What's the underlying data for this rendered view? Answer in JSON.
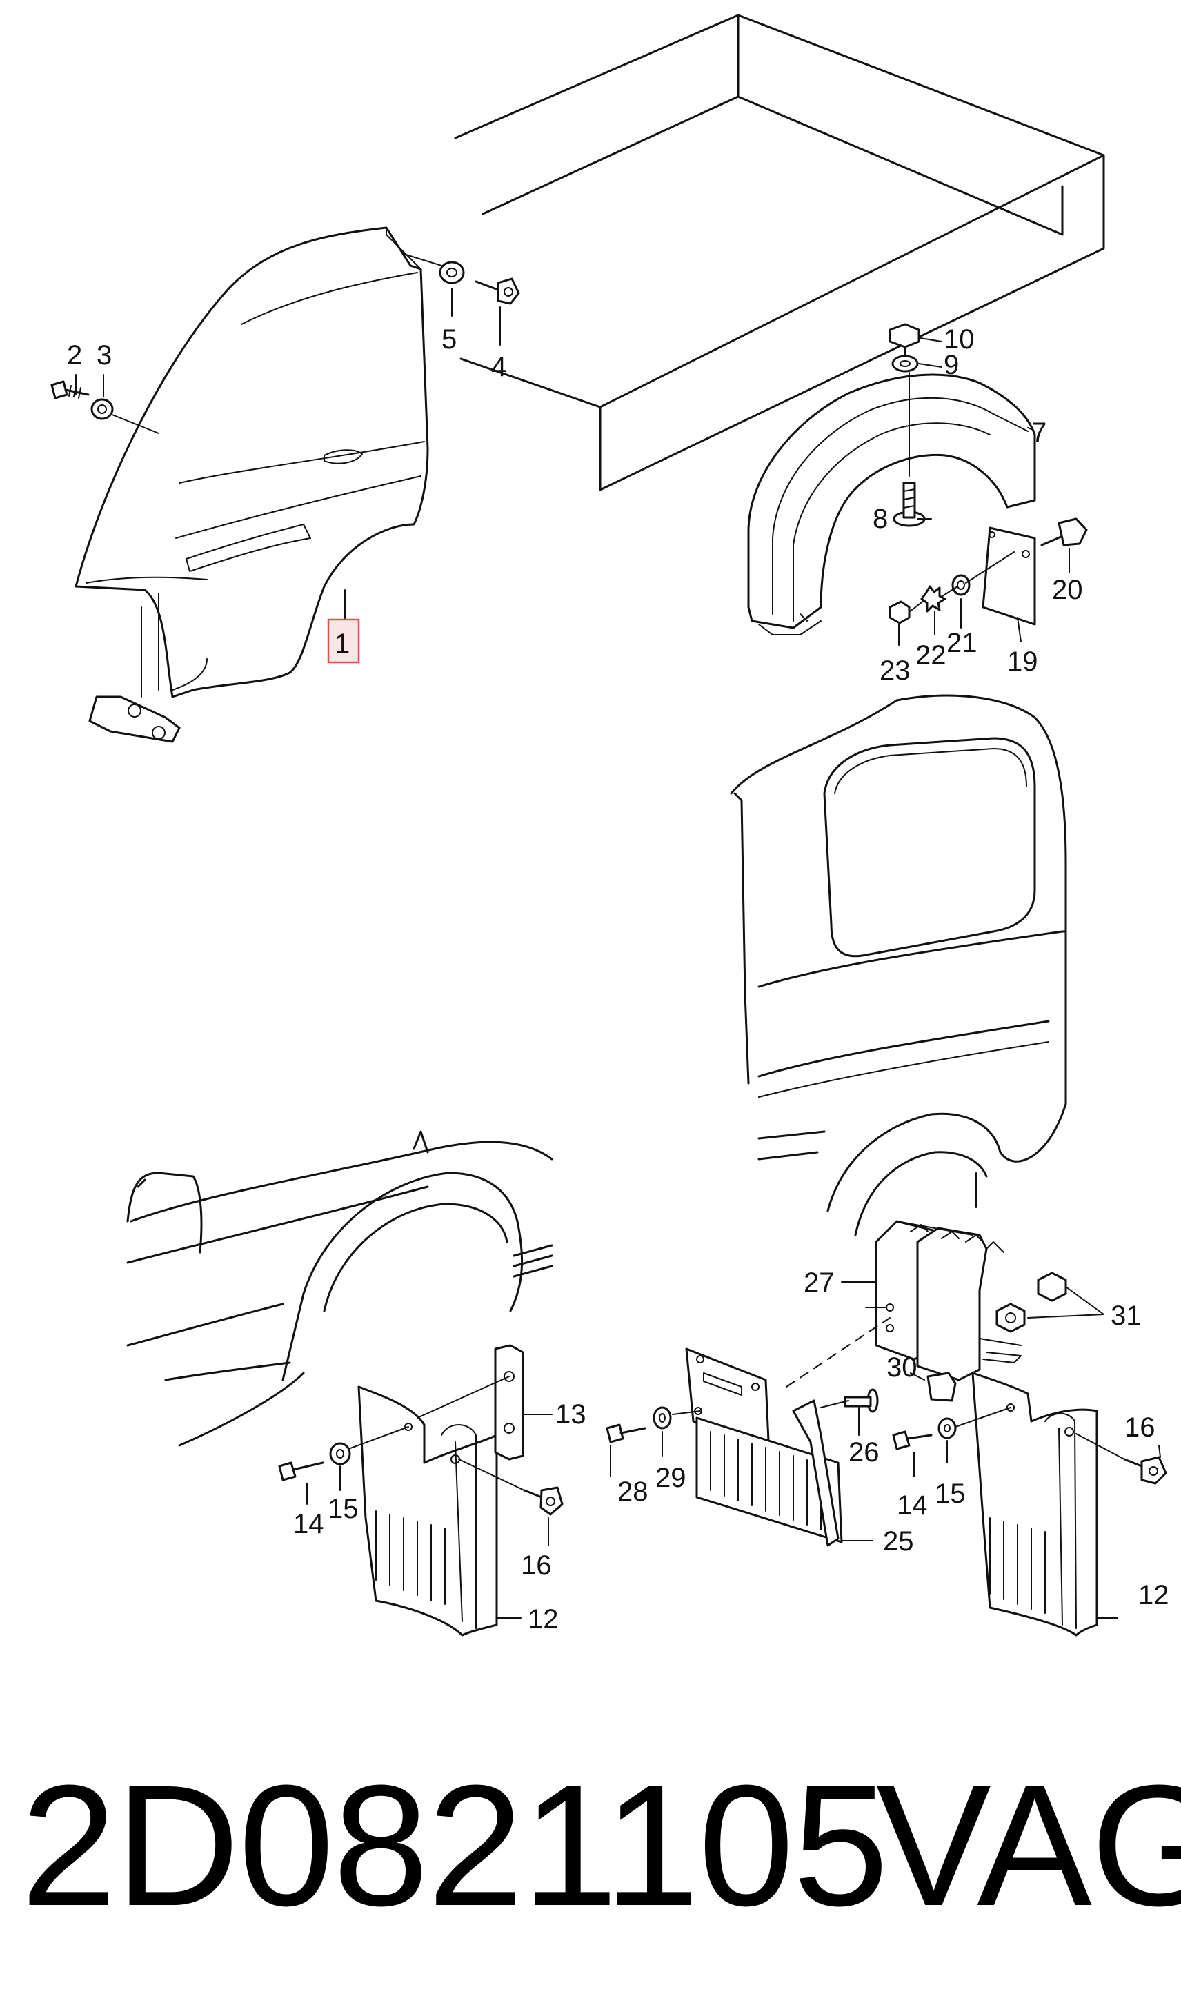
{
  "callouts": {
    "c1": "1",
    "c2": "2",
    "c3": "3",
    "c4": "4",
    "c5": "5",
    "c7": "7",
    "c8": "8",
    "c9": "9",
    "c10": "10",
    "c12a": "12",
    "c12b": "12",
    "c13": "13",
    "c14a": "14",
    "c14b": "14",
    "c15a": "15",
    "c15b": "15",
    "c16a": "16",
    "c16b": "16",
    "c19": "19",
    "c20": "20",
    "c21": "21",
    "c22": "22",
    "c23": "23",
    "c25": "25",
    "c26": "26",
    "c27": "27",
    "c28": "28",
    "c29": "29",
    "c30": "30",
    "c31": "31"
  },
  "highlighted_callout": "1",
  "footer": {
    "part_number": "2D0821105",
    "brand": "VAG"
  }
}
